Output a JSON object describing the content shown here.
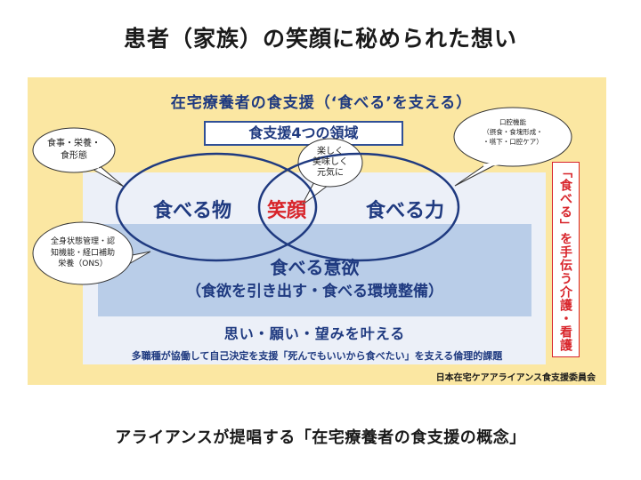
{
  "slide": {
    "title": "患者（家族）の笑顔に秘められた想い",
    "caption": "アライアンスが提唱する「在宅療養者の食支援の概念」"
  },
  "diagram": {
    "heading": "在宅療養者の食支援（‘食べる’を支える）",
    "domain_label": "食支援4つの領域",
    "left_circle": "食べる物",
    "center": "笑顔",
    "right_circle": "食べる力",
    "desire_title": "食べる意欲",
    "desire_subtitle": "（食欲を引き出す・食べる環境整備）",
    "wishes": "思い・願い・望みを叶える",
    "ethics": "多職種が協働して自己決定を支援「死んでもいいから食べたい」を支える倫理的課題",
    "committee": "日本在宅ケアアライアンス食支援委員会",
    "vertical_label": "「食べる」を手伝う介護・看護",
    "bubbles": {
      "food": [
        "食事・栄養・",
        "食形態"
      ],
      "enjoy": [
        "楽しく",
        "美味しく",
        "元気に"
      ],
      "oral": [
        "口腔機能",
        "（摂食・食塊形成・",
        "・嚥下・口腔ケア）"
      ],
      "body": [
        "全身状態管理・認",
        "知機能・経口補助",
        "栄養（ONS）"
      ]
    },
    "colors": {
      "panel": "#fbe7a2",
      "navy": "#1f3a80",
      "accent_red": "#d8242a",
      "band_blue": "#b9cde8"
    }
  }
}
